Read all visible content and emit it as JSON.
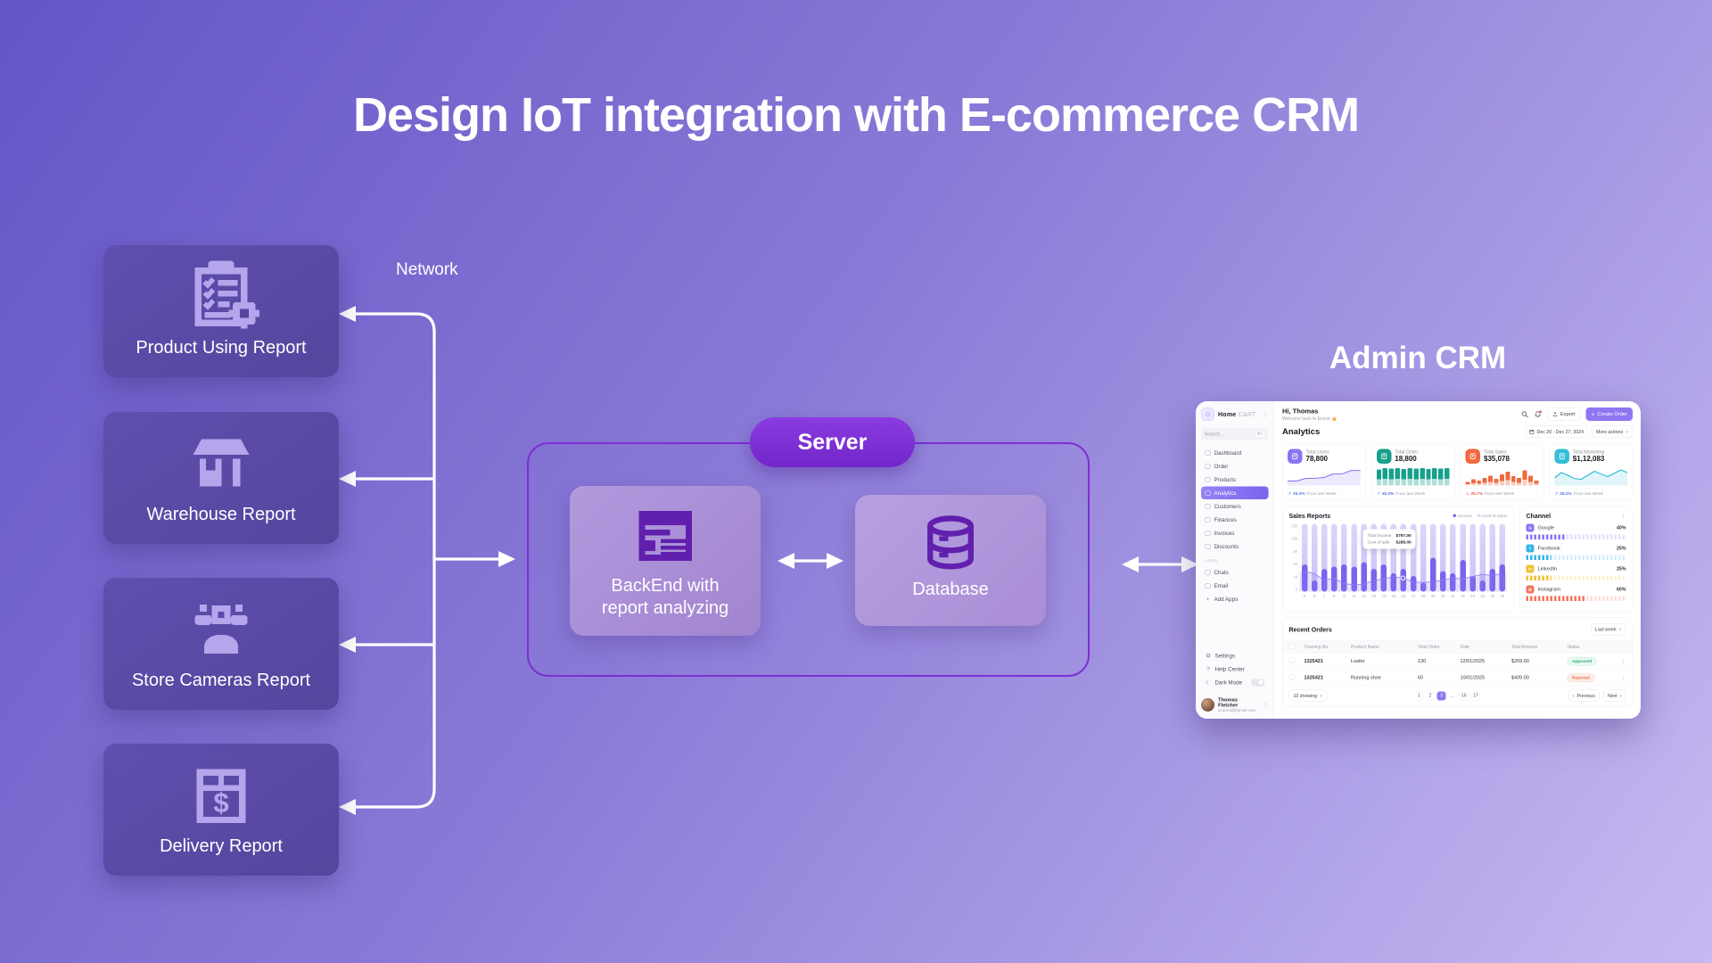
{
  "title": "Design IoT integration with E-commerce CRM",
  "network_label": "Network",
  "admin_crm_label": "Admin CRM",
  "colors": {
    "background_from": "#6355c6",
    "background_mid": "#8a7ad7",
    "background_to": "#c6b9f1",
    "iot_box": "#55459d",
    "iot_icon": "#b4a5ec",
    "server_outline": "#7e2fd2",
    "server_pill": "#7f31d5",
    "node_fill": "#ab90d7",
    "node_icon": "#611fae",
    "crm_accent": "#7c63ee",
    "up_delta": "#4f74e8",
    "down_delta": "#ee5a4a",
    "approved": "#2fae7d",
    "rejected": "#ef6a4e"
  },
  "iot_boxes": [
    {
      "label": "Product Using Report",
      "icon": "clipboard-checklist-gear-icon"
    },
    {
      "label": "Warehouse Report",
      "icon": "storefront-icon"
    },
    {
      "label": "Store Cameras Report",
      "icon": "people-group-icon"
    },
    {
      "label": "Delivery Report",
      "icon": "package-dollar-icon"
    }
  ],
  "server": {
    "label": "Server",
    "backend_label": "BackEnd with report analyzing",
    "database_label": "Database"
  },
  "crm": {
    "sidebar": {
      "logo_bold": "Home",
      "logo_light": "CART",
      "search_placeholder": "Search...",
      "search_shortcut": "⌘1",
      "menu": [
        {
          "label": "Dashboard"
        },
        {
          "label": "Order"
        },
        {
          "label": "Products"
        },
        {
          "label": "Analytics",
          "active": true
        },
        {
          "label": "Customers"
        },
        {
          "label": "Finances"
        },
        {
          "label": "Invoices"
        },
        {
          "label": "Discounts"
        }
      ],
      "apps_section": "APPS",
      "apps": [
        {
          "label": "Chats"
        },
        {
          "label": "Email"
        },
        {
          "label": "Add Apps",
          "plus": true
        }
      ],
      "bottom": [
        {
          "label": "Settings",
          "icon": "gear-icon"
        },
        {
          "label": "Help Center",
          "icon": "help-icon"
        },
        {
          "label": "Dark Mode",
          "icon": "moon-icon",
          "toggle": true
        }
      ],
      "profile": {
        "name": "Thomas Fletcher",
        "email": "yourmail@gmail.com"
      }
    },
    "header": {
      "greeting": "Hi, Thomas",
      "subtitle": "Welcome back to Econic",
      "export_label": "Export",
      "create_order_label": "Create Order"
    },
    "toolbar": {
      "page_title": "Analytics",
      "date_range": "Dec 20 - Dec 27, 2024",
      "more_actions": "More actions"
    },
    "stats": [
      {
        "label": "Total Users",
        "value": "78,800",
        "delta": "25.2%",
        "delta_dir": "up",
        "note": "From last Week",
        "color": "#8b74f4",
        "chart": "line",
        "spark": "users-spark"
      },
      {
        "label": "Total Order",
        "value": "18,800",
        "delta": "25.2%",
        "delta_dir": "up",
        "note": "From last Week",
        "color": "#16a08c",
        "chart": "bar",
        "spark": "order-spark"
      },
      {
        "label": "Total Sales",
        "value": "$35,078",
        "delta": "25.7%",
        "delta_dir": "down",
        "note": "From last Week",
        "color": "#f0693e",
        "chart": "bar",
        "spark": "sales-spark"
      },
      {
        "label": "Total Marketing",
        "value": "$1,12,083",
        "delta": "25.2%",
        "delta_dir": "up",
        "note": "From last Week",
        "color": "#33bdd6",
        "chart": "area",
        "spark": "marketing-spark"
      }
    ],
    "sales_reports": {
      "title": "Sales Reports",
      "legend": [
        "Income",
        "Cost of Sales"
      ],
      "tooltip": {
        "income_label": "Total Income",
        "income_value": "$797.00",
        "cost_label": "Cost of sale",
        "cost_value": "$288.00"
      }
    },
    "channel": {
      "title": "Channel"
    },
    "orders": {
      "title": "Recent Orders",
      "filter": "Last week",
      "columns": [
        "Tracking No",
        "Product Name",
        "Total Order",
        "Date",
        "Total Amount",
        "Status"
      ],
      "rows": [
        {
          "tracking": "1325421",
          "product": "Loafer",
          "total": "130",
          "date": "12/01/2025",
          "amount": "$269.00",
          "status": "Approved"
        },
        {
          "tracking": "1325421",
          "product": "Running shoe",
          "total": "60",
          "date": "10/01/2025",
          "amount": "$409.00",
          "status": "Rejected"
        }
      ],
      "showing": "10 showing",
      "pages": [
        "1",
        "2",
        "3",
        "...",
        "16",
        "17"
      ],
      "active_page": "3",
      "prev": "Previous",
      "next": "Next"
    }
  },
  "chart_data": [
    {
      "id": "sales-reports",
      "type": "bar",
      "title": "Sales Reports",
      "categories": [
        5,
        6,
        7,
        8,
        9,
        11,
        12,
        13,
        14,
        15,
        16,
        17,
        18,
        19,
        20,
        21,
        22,
        23,
        24,
        25,
        26
      ],
      "series": [
        {
          "name": "Income",
          "values": [
            6,
            5,
            2.5,
            3.5,
            7,
            4,
            4.5,
            7.5,
            2,
            3.5,
            5,
            4,
            6,
            5,
            6.5,
            5.5,
            6,
            5.5,
            5,
            2.5,
            6
          ]
        },
        {
          "name": "Cost of Sales",
          "values": [
            4.5,
            4,
            2.5,
            3,
            1.8,
            1.5,
            1.6,
            2.5,
            2.8,
            3.3,
            3,
            2.2,
            2,
            2.2,
            2.5,
            3,
            2.8,
            3.3,
            3.8,
            3.6,
            3.9
          ]
        }
      ],
      "ytick_labels": [
        "15k",
        "10k",
        "5k",
        "2k",
        "1k",
        "0"
      ],
      "ylim": [
        0,
        15
      ],
      "legend_position": "top-right",
      "grid": false,
      "highlight_index": 10
    },
    {
      "id": "users-spark",
      "type": "line",
      "values": [
        2,
        2,
        3.5,
        3.5,
        4,
        6,
        6,
        8,
        8
      ],
      "ylim": [
        0,
        9
      ]
    },
    {
      "id": "order-spark",
      "type": "bar",
      "values": [
        13,
        14,
        13.5,
        14,
        13.2,
        14,
        13.4,
        14,
        13.2,
        13.8,
        13.4,
        14
      ],
      "ylim": [
        0,
        15
      ]
    },
    {
      "id": "sales-spark",
      "type": "bar",
      "values": [
        3,
        5,
        4,
        6,
        8,
        5.5,
        9,
        11,
        7.5,
        6,
        12,
        8,
        4
      ],
      "ylim": [
        0,
        15
      ]
    },
    {
      "id": "marketing-spark",
      "type": "area",
      "values": [
        5,
        9,
        7,
        4.5,
        4,
        7,
        10,
        8,
        6,
        8.5,
        11,
        9
      ],
      "ylim": [
        0,
        12
      ]
    },
    {
      "id": "channel",
      "type": "bar",
      "orientation": "horizontal",
      "unit": "%",
      "categories": [
        "Google",
        "Facebook",
        "LinkedIn",
        "Instagram"
      ],
      "values": [
        40,
        25,
        25,
        60
      ],
      "colors": [
        "#8b74f4",
        "#35b5e9",
        "#f2c033",
        "#f2735a"
      ]
    }
  ]
}
